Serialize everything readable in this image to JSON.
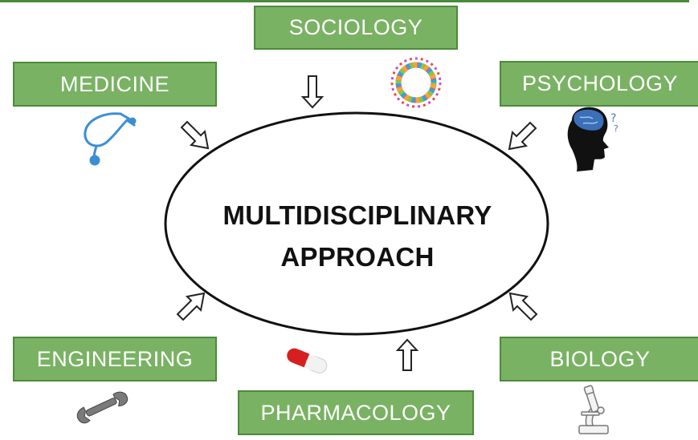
{
  "diagram": {
    "center": {
      "line1": "MULTIDISCIPLINARY",
      "line2": "APPROACH"
    },
    "disciplines": {
      "sociology": "SOCIOLOGY",
      "medicine": "MEDICINE",
      "psychology": "PSYCHOLOGY",
      "engineering": "ENGINEERING",
      "biology": "BIOLOGY",
      "pharmacology": "PHARMACOLOGY"
    },
    "icons": {
      "sociology": "people-circle-icon",
      "medicine": "stethoscope-icon",
      "psychology": "head-brain-icon",
      "engineering": "wrench-icon",
      "biology": "microscope-icon",
      "pharmacology": "pill-capsule-icon"
    },
    "colors": {
      "box_fill": "#79b263",
      "box_border": "#4c8a3c",
      "box_text": "#ffffff"
    }
  }
}
